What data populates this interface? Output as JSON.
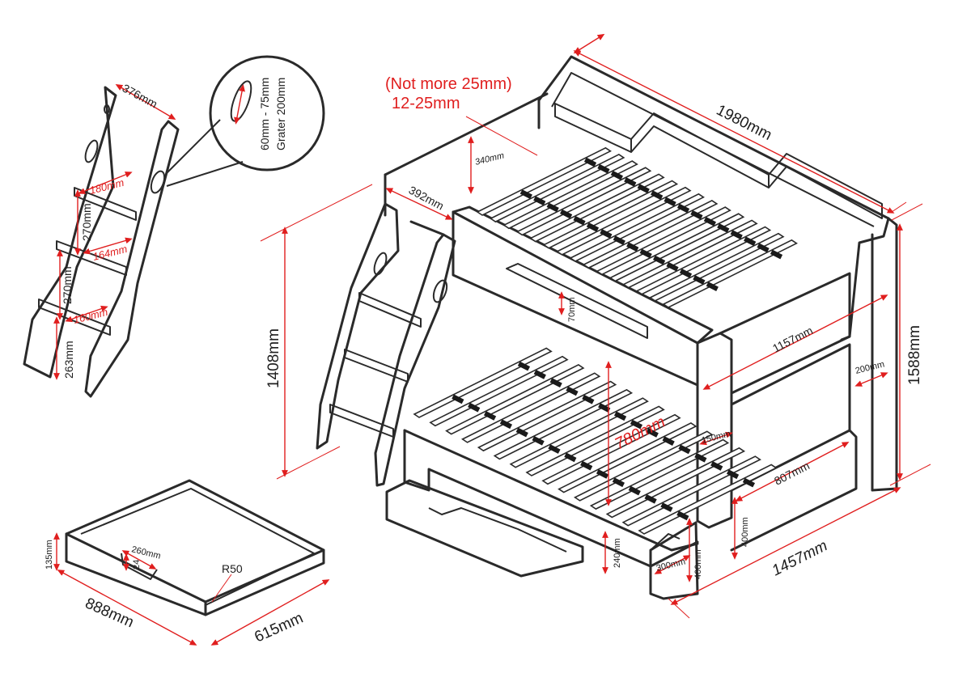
{
  "note": {
    "line1": "(Not more 25mm)",
    "line2": "12-25mm"
  },
  "zoom": {
    "line1": "60mm - 75mm",
    "line2": "Grater 200mm"
  },
  "ladder_dims": {
    "width": "376mm",
    "step1": "180mm",
    "step2": "164mm",
    "step3": "160mm",
    "rise1": "270mm",
    "rise2": "270mm",
    "base": "263mm"
  },
  "bed_dims": {
    "length": "1980mm",
    "top_gap": "340mm",
    "ladder_gap": "392mm",
    "total_height_front": "1408mm",
    "total_height_back": "1588mm",
    "guard": "70mm",
    "top_width": "1157mm",
    "side_gap": "200mm",
    "clearance": "780mm",
    "rail": "150mm",
    "bottom_width": "807mm",
    "leg_height": "400mm",
    "base_width": "1457mm",
    "drawer_height": "240mm",
    "step_depth": "300mm",
    "step_height": "400mm"
  },
  "drawer_dims": {
    "height": "135mm",
    "handle_width": "260mm",
    "handle_height": "24",
    "radius": "R50",
    "length": "888mm",
    "depth": "615mm"
  }
}
